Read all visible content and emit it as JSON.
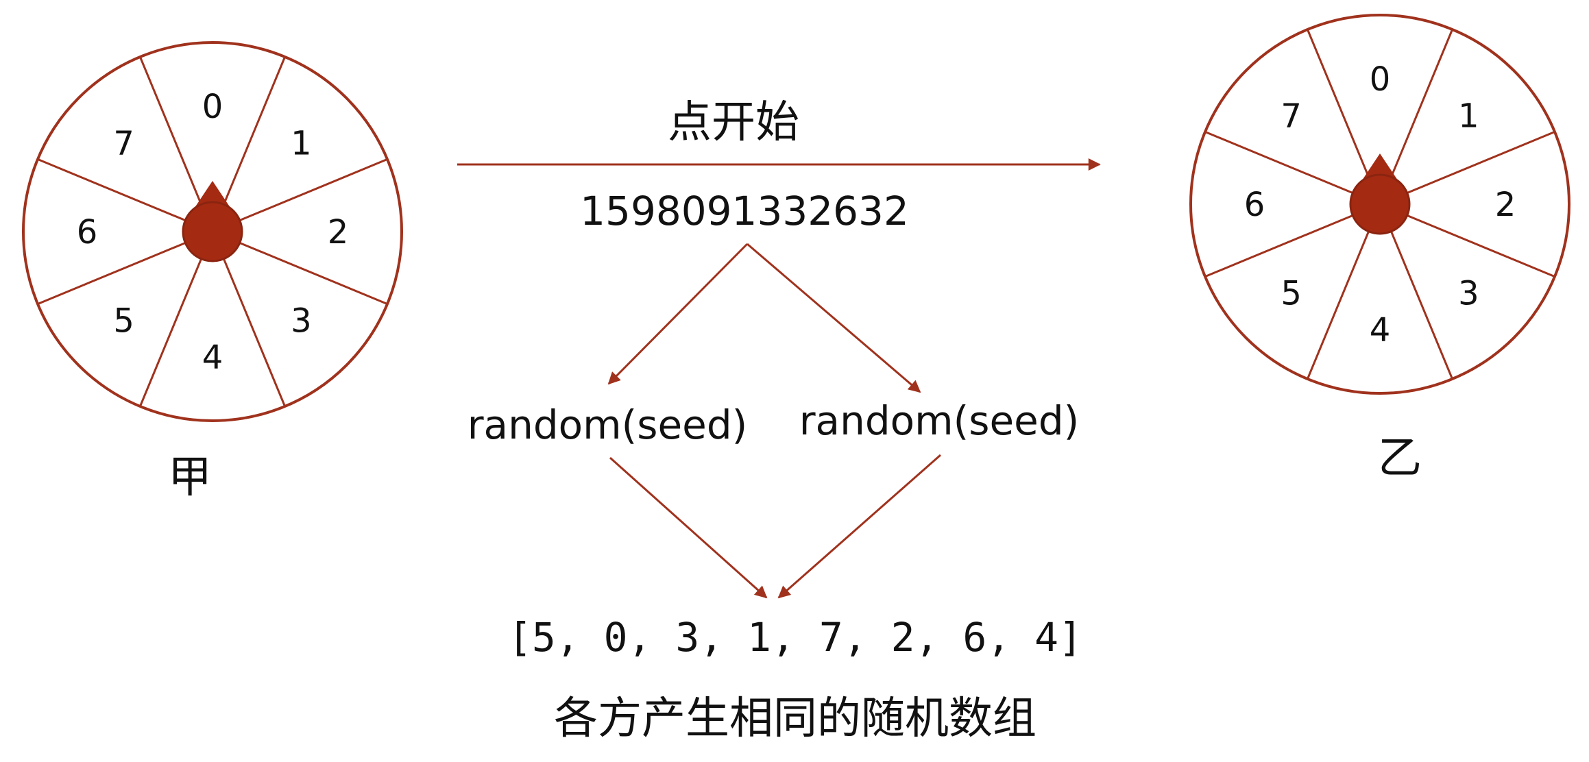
{
  "colors": {
    "accent": "#a0321d",
    "pointer_fill": "#a52a12",
    "text": "#111111"
  },
  "wheel_left": {
    "name": "甲",
    "sectors": [
      "0",
      "1",
      "2",
      "3",
      "4",
      "5",
      "6",
      "7"
    ]
  },
  "wheel_right": {
    "name": "乙",
    "sectors": [
      "0",
      "1",
      "2",
      "3",
      "4",
      "5",
      "6",
      "7"
    ]
  },
  "flow": {
    "start_label": "点开始",
    "seed_value": "1598091332632",
    "random_left": "random(seed)",
    "random_right": "random(seed)",
    "result_array": "[5, 0, 3, 1, 7, 2, 6, 4]",
    "conclusion": "各方产生相同的随机数组"
  },
  "icons": {
    "pointer": "droplet-pointer-icon"
  }
}
